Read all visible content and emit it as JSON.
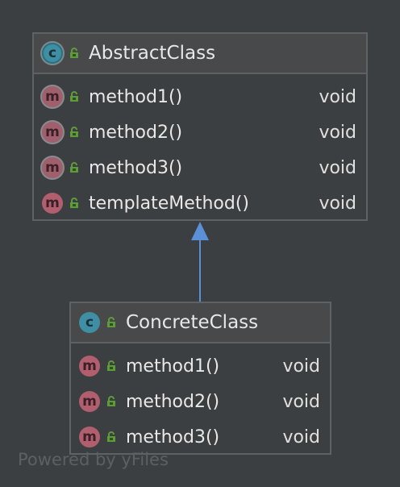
{
  "abstract_class": {
    "name": "AbstractClass",
    "icon": "abstract-class-icon",
    "visibility_icon": "public-lock-icon",
    "members": [
      {
        "name": "method1()",
        "type": "void",
        "icon": "abstract-method-icon"
      },
      {
        "name": "method2()",
        "type": "void",
        "icon": "abstract-method-icon"
      },
      {
        "name": "method3()",
        "type": "void",
        "icon": "abstract-method-icon"
      },
      {
        "name": "templateMethod()",
        "type": "void",
        "icon": "method-icon"
      }
    ]
  },
  "concrete_class": {
    "name": "ConcreteClass",
    "icon": "class-icon",
    "visibility_icon": "public-lock-icon",
    "members": [
      {
        "name": "method1()",
        "type": "void",
        "icon": "method-icon"
      },
      {
        "name": "method2()",
        "type": "void",
        "icon": "method-icon"
      },
      {
        "name": "method3()",
        "type": "void",
        "icon": "method-icon"
      }
    ]
  },
  "relationship": {
    "type": "inheritance",
    "from": "ConcreteClass",
    "to": "AbstractClass",
    "color": "#5b8fd8"
  },
  "badges": {
    "class_letter": "c",
    "method_letter": "m"
  },
  "watermark": "Powered by yFiles",
  "colors": {
    "background": "#3c3f41",
    "class_badge": "#3f8fa4",
    "method_badge": "#b15f6f",
    "lock_green": "#5e9c3a"
  }
}
